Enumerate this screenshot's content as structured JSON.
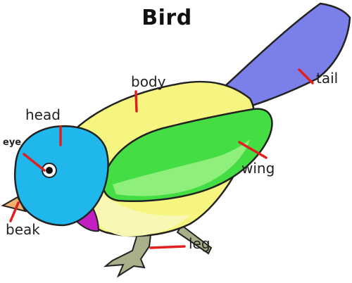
{
  "title": "Bird",
  "labels": {
    "body": "body",
    "head": "head",
    "eye": "eye",
    "tail": "tail",
    "wing": "wing",
    "beak": "beak",
    "leg": "leg"
  },
  "colors": {
    "tail": "#7b7fe9",
    "body": "#f6f57f",
    "belly": "#f8f8b4",
    "wing": "#44dd44",
    "wing_light": "#8ef07a",
    "head": "#1fb7ec",
    "throat": "#c21ec2",
    "beak": "#f0b070",
    "leg": "#a8b08a",
    "pointer": "#e02020"
  }
}
